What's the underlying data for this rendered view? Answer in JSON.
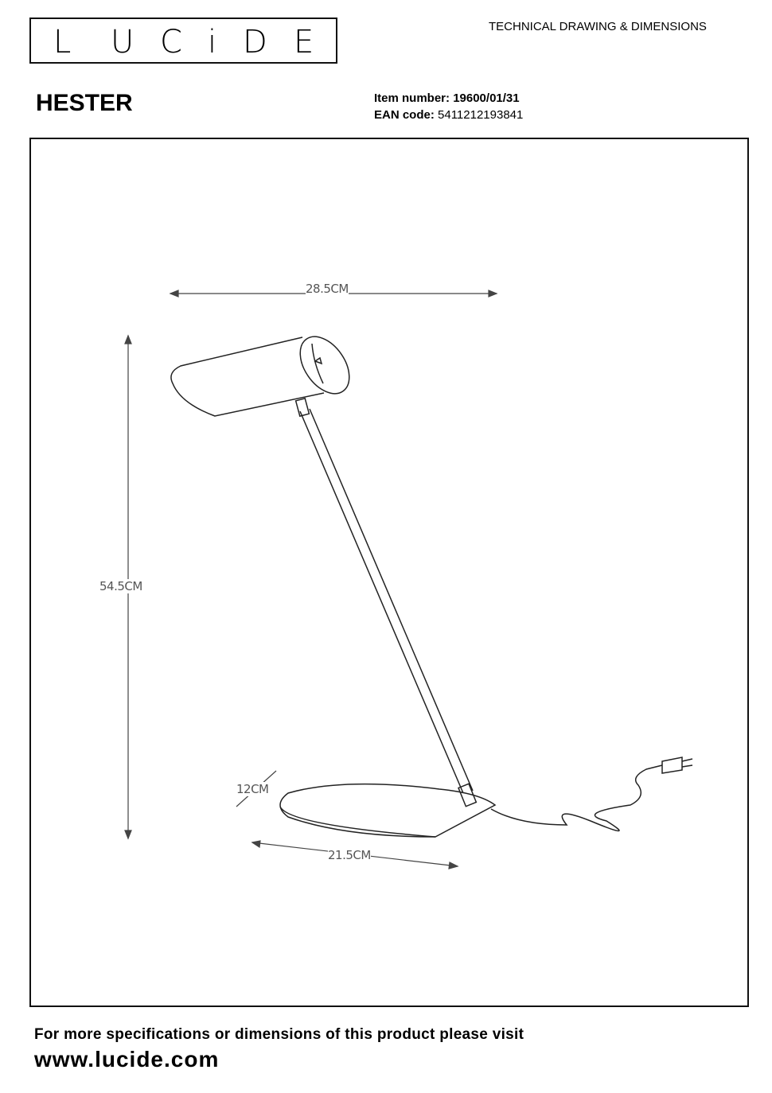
{
  "logo": {
    "letters": [
      "L",
      "U",
      "C",
      "i",
      "D",
      "E"
    ],
    "text": "LUCIDE"
  },
  "header": {
    "doc_title": "TECHNICAL DRAWING & DIMENSIONS",
    "product_name": "HESTER",
    "item_label": "Item number:",
    "item_number": "19600/01/31",
    "ean_label": "EAN code:",
    "ean_code": "5411212193841"
  },
  "drawing": {
    "width_top": "28.5CM",
    "height": "54.5CM",
    "base_thickness": "12CM",
    "base_width": "21.5CM"
  },
  "footer": {
    "note": "For more specifications or dimensions of this product please visit",
    "url": "www.lucide.com"
  }
}
